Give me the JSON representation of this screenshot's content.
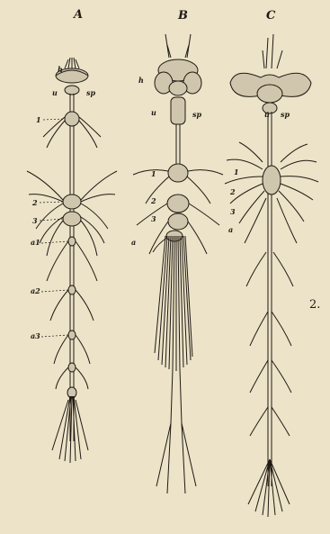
{
  "panels": [
    {
      "letter": "A",
      "labels": [
        "h",
        "u",
        "sp",
        "1",
        "2",
        "3",
        "a1",
        "a2",
        "a3"
      ]
    },
    {
      "letter": "B",
      "labels": [
        "h",
        "u",
        "sp",
        "1",
        "2",
        "3",
        "a"
      ]
    },
    {
      "letter": "C",
      "labels": [
        "u",
        "sp",
        "1",
        "2",
        "3",
        "a"
      ]
    }
  ],
  "figure_number": "2.",
  "colors": {
    "paper": "#ece3c8",
    "ink": "#1f1a14",
    "fill": "#cfc6ad"
  }
}
